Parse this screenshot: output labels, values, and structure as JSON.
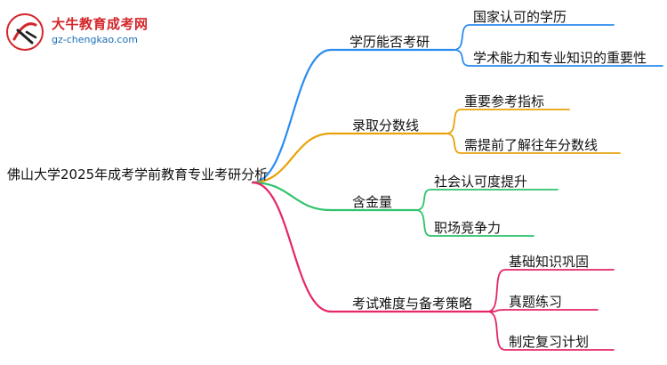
{
  "logo": {
    "name": "大牛教育成考网",
    "url": "gz-chengkao.com"
  },
  "mindmap": {
    "root": "佛山大学2025年成考学前教育专业考研分析",
    "branches": [
      {
        "label": "学历能否考研",
        "color": "#2a8cf0",
        "children": [
          "国家认可的学历",
          "学术能力和专业知识的重要性"
        ]
      },
      {
        "label": "录取分数线",
        "color": "#e8a30c",
        "children": [
          "重要参考指标",
          "需提前了解往年分数线"
        ]
      },
      {
        "label": "含金量",
        "color": "#2ec36b",
        "children": [
          "社会认可度提升",
          "职场竞争力"
        ]
      },
      {
        "label": "考试难度与备考策略",
        "color": "#e6256a",
        "children": [
          "基础知识巩固",
          "真题练习",
          "制定复习计划"
        ]
      }
    ]
  }
}
